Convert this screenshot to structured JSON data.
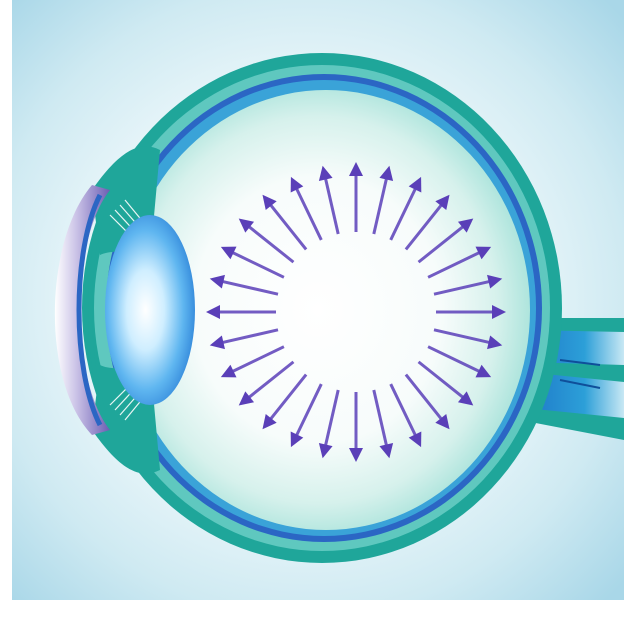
{
  "diagram": {
    "subject": "",
    "colors": {
      "background_edge": "#a9d7e8",
      "sclera": "#1fa69a",
      "sclera_light": "#5fc8bf",
      "choroid": "#2b66c4",
      "retina": "#3aa3d8",
      "vitreous_center": "#ffffff",
      "vitreous_edge": "#9fe0d7",
      "lens": "#2f8ee0",
      "cornea": "#9a8ac8",
      "arrows": "#5a3fb8"
    },
    "arrow_count": 28,
    "icons": [
      "eyeball",
      "lens",
      "cornea",
      "optic-nerve",
      "pressure-arrows"
    ]
  }
}
